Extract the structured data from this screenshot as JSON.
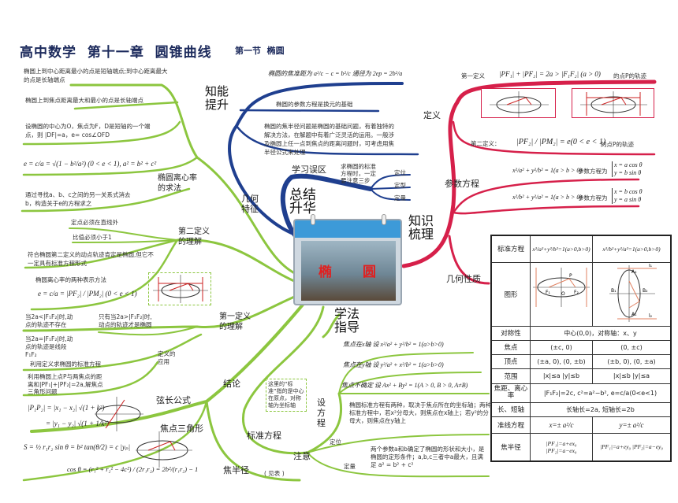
{
  "header": {
    "title": "高中数学  第十一章  圆锥曲线",
    "section": "第一节  椭圆"
  },
  "center": {
    "title_left": "椭",
    "title_right": "圆"
  },
  "branches": {
    "zhineng": "知能提升",
    "zongjie": "总结升华",
    "zhishi": "知识梳理",
    "xuefa": "学法指导",
    "jihe_tezheng": "几何特征",
    "jihe_xingzhi": "几何性质"
  },
  "blue": {
    "t1": "椭圆的焦准距为 a²/c − c = b²/c    通径为 2ep = 2b²/a",
    "t2": "椭圆的参数方程是换元的基础",
    "t3": "椭圆的焦半径问题是椭圆的基础问题，有着独特的解决方法，在解题中有着广泛灵活的运用。一般涉及椭圆上任一点到焦点的距离问题时，可考虑用焦半径公式来处理",
    "wuqu": "学习误区",
    "wuqu_text": "求椭圆的标准方程时，一定要注意三步",
    "steps": [
      "定位",
      "定型",
      "定量"
    ]
  },
  "red": {
    "dingyi": "定义",
    "first_label": "第一定义",
    "first_formula": "|PF₁| + |PF₂| = 2a > |F₁F₂| (a > 0)",
    "first_suffix": "的点P的轨迹",
    "second_label": "第二定义：",
    "second_formula": "|PF₂| / |PM₂| = e(0 < e < 1)",
    "second_suffix": "的点P的轨迹",
    "param_label": "参数方程",
    "param1_eq": "x²/a² + y²/b² = 1(a > b > 0)",
    "param1_text": "参数方程为",
    "param1_sys": [
      "x = a cos θ",
      "y = b sin θ"
    ],
    "param2_eq": "x²/b² + y²/a² = 1(a > b > 0)",
    "param2_text": "参数方程为",
    "param2_sys": [
      "x = b cos θ",
      "y = a sin θ"
    ]
  },
  "table": {
    "rows": [
      {
        "h": "标准方程",
        "c1": "x²/a²+y²/b²=1(a>0,b>0)",
        "c2": "x²/b²+y²/a²=1(a>0,b>0)"
      },
      {
        "h": "图形",
        "c1": "",
        "c2": ""
      },
      {
        "h": "对称性",
        "span": "中心(0,0)，对称轴：x、y"
      },
      {
        "h": "焦点",
        "c1": "(±c, 0)",
        "c2": "(0, ±c)"
      },
      {
        "h": "顶点",
        "c1": "(±a, 0), (0, ±b)",
        "c2": "(±b, 0), (0, ±a)"
      },
      {
        "h": "范围",
        "c1": "|x|≤a  |y|≤b",
        "c2": "|x|≤b  |y|≤a"
      },
      {
        "h": "焦距、离心率",
        "span": "|F₁F₂|=2c, c²=a²−b², e=c/a(0<e<1)"
      },
      {
        "h": "长、短轴",
        "span": "长轴长=2a, 短轴长=2b"
      },
      {
        "h": "准线方程",
        "c1": "x=± a²/c",
        "c2": "y=± a²/c"
      },
      {
        "h": "焦半径",
        "c1": "|PF₁|=a+ex₀  |PF₂|=a−ex₀",
        "c2": "|PF₁|=a+ey₀  |PF₂|=a−ey₀"
      }
    ],
    "fig_labels": [
      "A₁",
      "A₂",
      "B₁",
      "B₂",
      "F₁",
      "F₂",
      "O",
      "P",
      "l₁",
      "l₂"
    ]
  },
  "green": {
    "t1": "椭圆上到中心距离最小的点是短轴端点;到中心距离最大的点是长轴端点",
    "t2": "椭圆上到焦点距离最大和最小的点是长轴端点",
    "t3": "设椭圆的中心为O，焦点为F，D是短轴的一个端点，则 |DF|=a，e= cos∠OFD",
    "t4": "e = c/a = √(1 − b²/a²) (0 < e < 1), a² = b² + c²",
    "lixin": "椭圆离心率的求法",
    "t5": "通过寻找a、b、c之间的另一关系式消去b，构造关于e的方程求之",
    "t6": "定点必须在直线外",
    "t7": "比值必须小于1",
    "dier": "第二定义的理解",
    "t8": "符合椭圆第二定义的动点轨迹肯定是椭圆,但它不一定具有标准方程形式",
    "t9": "椭圆离心率的两种表示方法",
    "t9f": "e = c/a = |PF₂| / |PM₂| (0 < e < 1)",
    "t10": "当2a<|F₁F₂|时,动点的轨迹不存在",
    "t11": "只有当2a>|F₁F₂|时,动点的轨迹才是椭圆",
    "diyi": "第一定义的理解",
    "t12": "当2a=|F₁F₂|时,动点的轨迹是线段F₁F₂",
    "yingyong": "定义的应用",
    "t13": "利用定义求椭圆的标准方程",
    "t14": "利用椭圆上点P与两焦点的距离和|PF₁|+|PF₂|=2a,解焦点三角形问题",
    "jielun": "结论",
    "xianchang": "弦长公式",
    "xf1": "|P₁P₂| = |x₁ − x₂| √(1 + k²)",
    "xf2": "= |y₁ − y₂| √(1 + 1/k²)",
    "jiaodian_sj": "焦点三角形",
    "sf1": "S = ½ r₁r₂ sin θ = b² tan(θ/2) = c |yₚ|",
    "sf2": "cos θ = (r₁² + r₂² − 4c²) / (2r₁r₂) = 2b²/(r₁r₂) − 1",
    "jiaobanjing": "焦半径",
    "jianbiao": "( 见表 )",
    "biaozhun": "标准方程",
    "note": "这里的“标准”指的是中心在原点，对称轴为坐标轴",
    "shefangcheng": "设方程",
    "x_axis": "焦点在x轴   设 x²/a² + y²/b² = 1(a>b>0)",
    "y_axis": "焦点在y轴   设 y²/a² + x²/b² = 1(a>b>0)",
    "unsure": "焦点不确定   设 Ax² + By² = 1(A > 0, B > 0, A≠B)",
    "two_forms": "椭圆标准方程有两种，取决于焦点所在的坐标轴；两种标准方程中，若x²分母大，则焦点在x轴上；若y²的分母大，则焦点在y轴上",
    "zhuyi": "注意",
    "dingwei": "定位",
    "dingliang": "定量",
    "dingliang_text": "两个参数a和b确定了椭圆的形状和大小，是椭圆的定形条件；a,b,c三者中a最大，且满足 a² = b² + c²"
  },
  "colors": {
    "green": "#8cc63f",
    "blue": "#1f3f8f",
    "red": "#d6204a",
    "title": "#1c2a5c"
  }
}
